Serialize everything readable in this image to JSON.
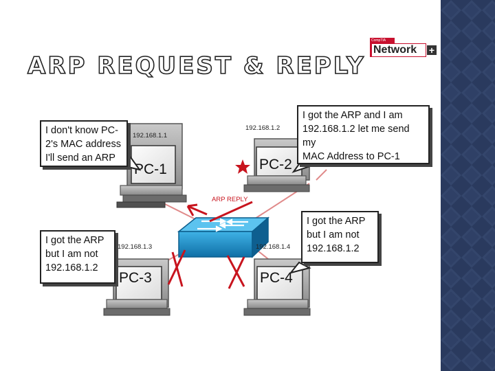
{
  "slide": {
    "title": "ARP REQUEST & REPLY",
    "logo": {
      "small_text": "CompTIA",
      "brand": "Network",
      "suffix": "+"
    }
  },
  "diagram": {
    "pcs": [
      {
        "label": "PC-1",
        "ip": "192.168.1.1"
      },
      {
        "label": "PC-2",
        "ip": "192.168.1.2"
      },
      {
        "label": "PC-3",
        "ip": "192.168.1.3"
      },
      {
        "label": "PC-4",
        "ip": "192.168.1.4"
      }
    ],
    "callouts": {
      "pc1": "I don't know PC-\n2's MAC address\nI'll send an ARP",
      "pc2": "I got the ARP and I am\n192.168.1.2 let me send my\nMAC Address to PC-1",
      "pc3": "I got the ARP\nbut I am not\n192.168.1.2",
      "pc4": "I got the ARP\nbut I am not\n192.168.1.2"
    },
    "reply_label": "ARP REPLY",
    "colors": {
      "accent": "#c8141e",
      "switch": "#1a8ac4",
      "sidebar": "#2a3a5e"
    }
  }
}
